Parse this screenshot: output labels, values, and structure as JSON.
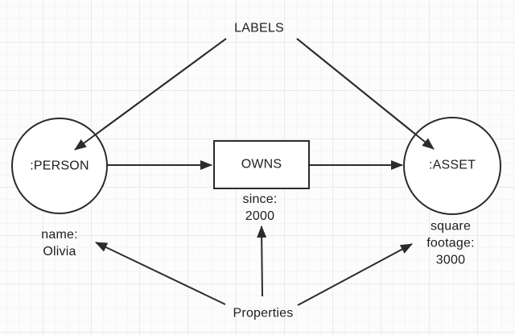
{
  "canvas": {
    "background": "#fcfcfc",
    "grid_minor_color": "#f5f5f5",
    "grid_major_color": "#e9e9e9"
  },
  "colors": {
    "stroke": "#2b2b2b",
    "shape_fill": "#ffffff",
    "text": "#202020"
  },
  "annotations": {
    "labels_title": "LABELS",
    "properties_title": "Properties"
  },
  "nodes": {
    "person": {
      "label": ":PERSON",
      "property": "name:\nOlivia"
    },
    "asset": {
      "label": ":ASSET",
      "property": "square\nfootage:\n3000"
    }
  },
  "relationship": {
    "label": "OWNS",
    "property": "since:\n2000"
  }
}
